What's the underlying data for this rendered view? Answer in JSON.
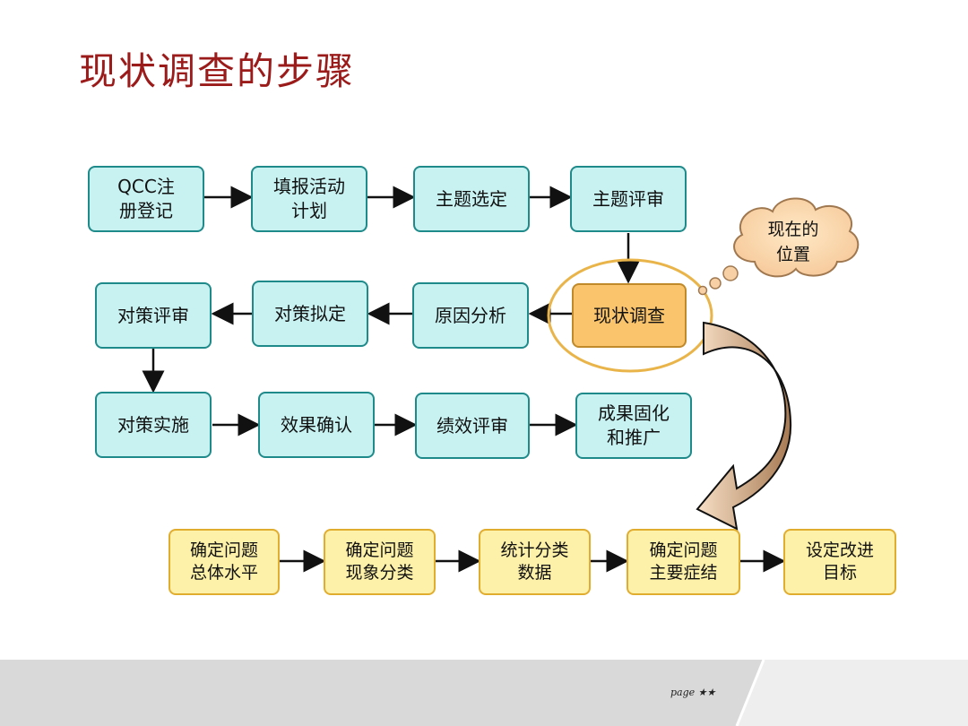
{
  "title": "现状调查的步骤",
  "flow": {
    "row1": [
      "QCC注\n册登记",
      "填报活动\n计划",
      "主题选定",
      "主题评审"
    ],
    "row2": [
      "对策评审",
      "对策拟定",
      "原因分析",
      "现状调查"
    ],
    "row3": [
      "对策实施",
      "效果确认",
      "绩效评审",
      "成果固化\n和推广"
    ]
  },
  "callout": "现在的\n位置",
  "steps": [
    "确定问题\n总体水平",
    "确定问题\n现象分类",
    "统计分类\n数据",
    "确定问题\n主要症结",
    "设定改进\n目标"
  ],
  "footer": {
    "page_label": "page"
  },
  "colors": {
    "title": "#9b1b1b",
    "box_fill": "#c8f2f2",
    "box_border": "#1f8a8a",
    "current_fill": "#f9c46c",
    "step_fill": "#fdf0a8",
    "step_border": "#e1ad2f",
    "highlight_ellipse": "#e9b54a",
    "curved_arrow": "#b08a68"
  }
}
